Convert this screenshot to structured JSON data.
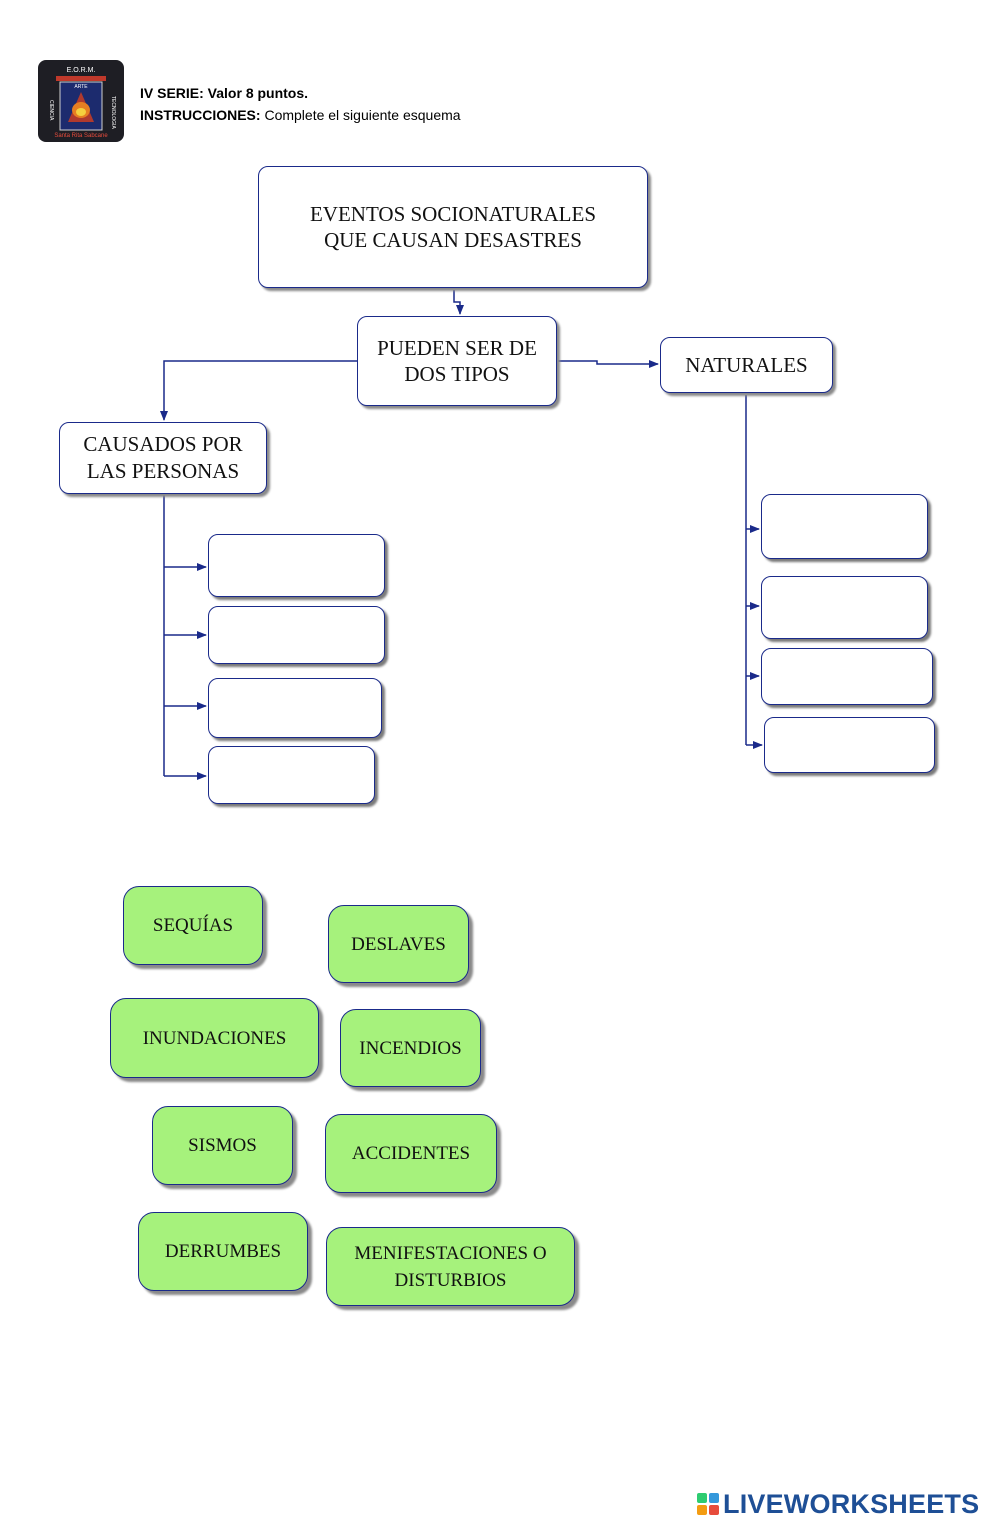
{
  "header": {
    "serie_label": "IV SERIE: Valor 8 puntos.",
    "instructions_label": "INSTRUCCIONES:",
    "instructions_text": "Complete el siguiente esquema"
  },
  "logo": {
    "icon": "school-crest-icon",
    "top_text": "E.O.R.M.",
    "banner_text": "ARTE",
    "left_text": "CIENCIA",
    "right_text": "TECNOLOGIA",
    "bottom_text": "Santa Rita Sabcane"
  },
  "diagram": {
    "root": "EVENTOS SOCIONATURALES QUE CAUSAN DESASTRES",
    "middle": "PUEDEN SER DE DOS TIPOS",
    "left_branch": "CAUSADOS POR LAS PERSONAS",
    "right_branch": "NATURALES"
  },
  "word_bank": [
    "SEQUÍAS",
    "DESLAVES",
    "INUNDACIONES",
    "INCENDIOS",
    "SISMOS",
    "ACCIDENTES",
    "DERRUMBES",
    "MENIFESTACIONES O DISTURBIOS"
  ],
  "footer": {
    "brand": "LIVEWORKSHEETS",
    "icon": "liveworksheets-logo-icon"
  },
  "colors": {
    "chip_fill": "#a6f27c",
    "border": "#1a2a8a",
    "brand_blue": "#1e4f96"
  }
}
